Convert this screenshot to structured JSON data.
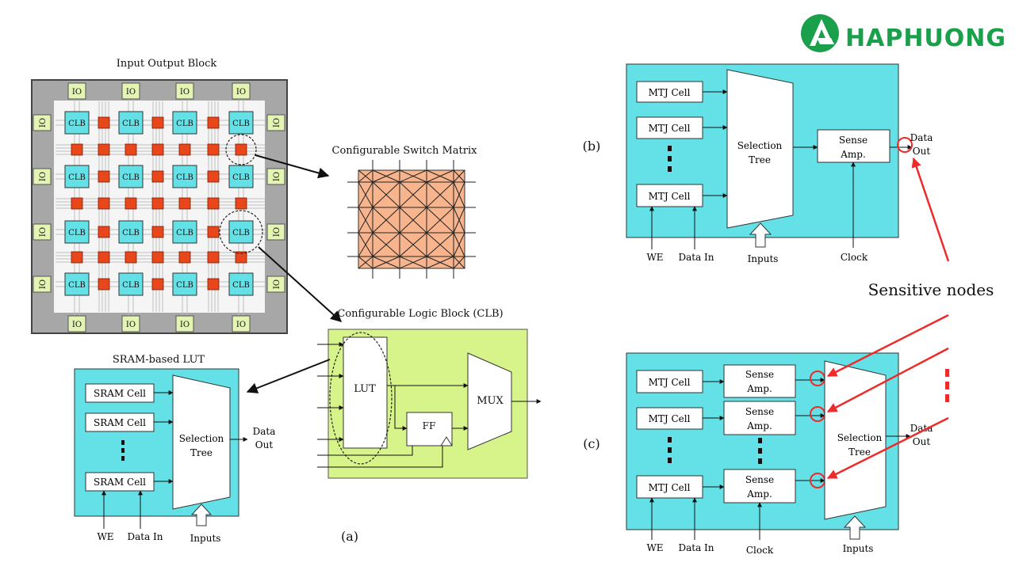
{
  "brand": {
    "name": "HAPHUONG",
    "color": "#1a9f4b"
  },
  "colors": {
    "cyan": "#63e1e6",
    "green_panel": "#d6f48a",
    "switch_fill": "#f7b48d",
    "io_fill": "#e3f4b3",
    "red_block": "#e8471c",
    "red_arrow": "#ee2a2a",
    "frame": "#555555"
  },
  "fpga": {
    "title": "Input Output Block",
    "io_label": "IO",
    "clb_label": "CLB"
  },
  "switch_matrix": {
    "title": "Configurable Switch Matrix"
  },
  "clb_detail": {
    "title": "Configurable Logic Block (CLB)",
    "lut": "LUT",
    "ff": "FF",
    "mux": "MUX"
  },
  "sram_lut": {
    "title": "SRAM-based LUT",
    "cells": [
      "SRAM Cell",
      "SRAM Cell",
      "SRAM Cell"
    ],
    "selection_tree": [
      "Selection",
      "Tree"
    ],
    "data_out": [
      "Data",
      "Out"
    ],
    "we": "WE",
    "data_in": "Data In",
    "inputs": "Inputs"
  },
  "panel_labels": {
    "a": "(a)",
    "b": "(b)",
    "c": "(c)"
  },
  "mtj_b": {
    "cells": [
      "MTJ Cell",
      "MTJ Cell",
      "MTJ Cell"
    ],
    "selection_tree": [
      "Selection",
      "Tree"
    ],
    "sense_amp": [
      "Sense",
      "Amp."
    ],
    "data_out": [
      "Data",
      "Out"
    ],
    "we": "WE",
    "data_in": "Data In",
    "inputs": "Inputs",
    "clock": "Clock"
  },
  "sensitive_nodes": "Sensitive nodes",
  "mtj_c": {
    "cells": [
      "MTJ Cell",
      "MTJ Cell",
      "MTJ Cell"
    ],
    "sense_amps": [
      [
        "Sense",
        "Amp."
      ],
      [
        "Sense",
        "Amp."
      ],
      [
        "Sense",
        "Amp."
      ]
    ],
    "selection_tree": [
      "Selection",
      "Tree"
    ],
    "data_out": [
      "Data",
      "Out"
    ],
    "we": "WE",
    "data_in": "Data In",
    "clock": "Clock",
    "inputs": "Inputs"
  }
}
